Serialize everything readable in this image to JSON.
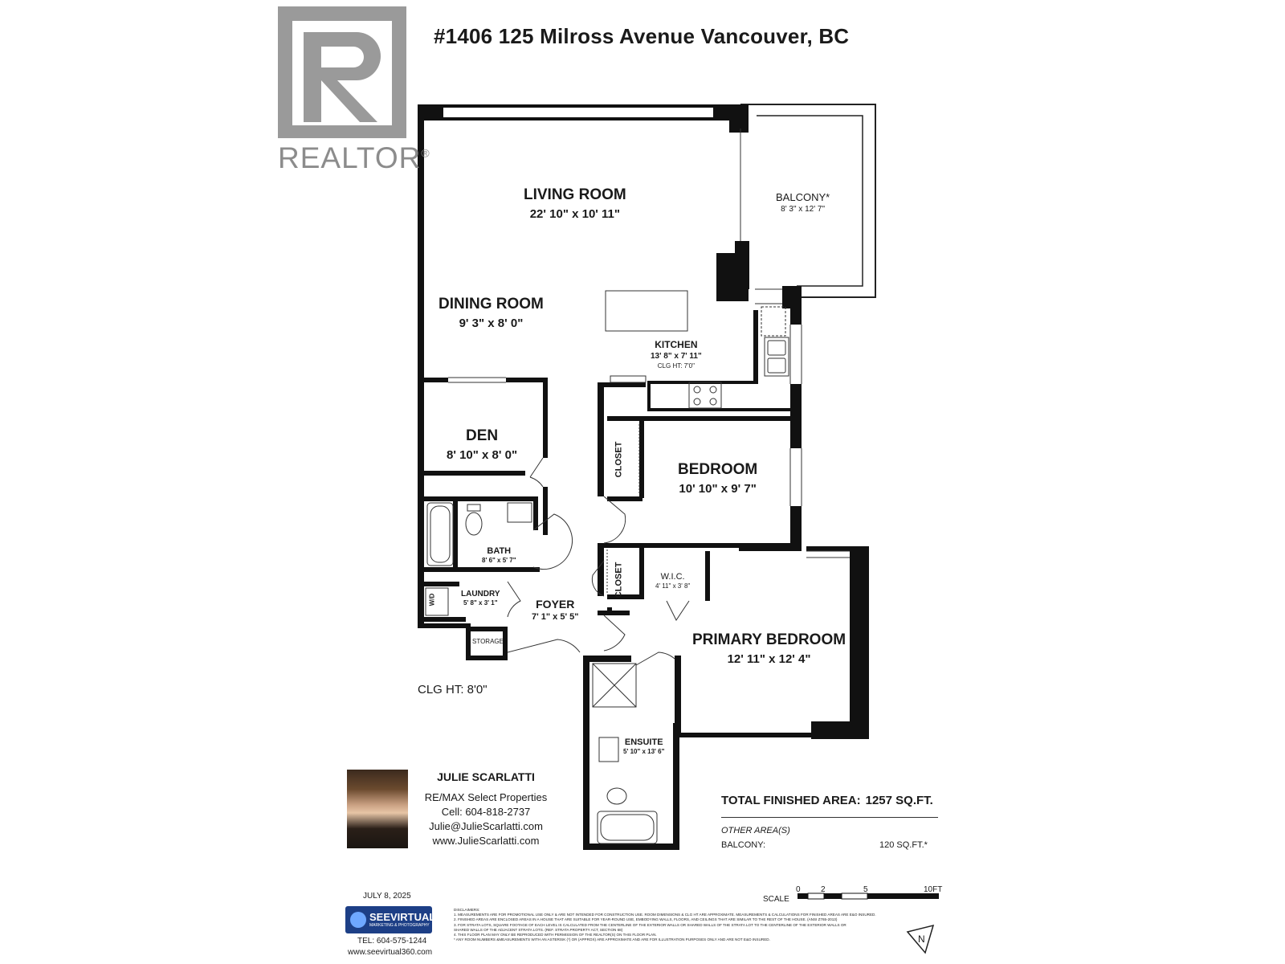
{
  "title": "#1406 125 Milross Avenue Vancouver, BC",
  "logo": {
    "wordmark": "REALTOR",
    "registered": "®",
    "icon": "realtor-r-logo"
  },
  "rooms": {
    "living": {
      "name": "LIVING ROOM",
      "dims": "22' 10\" x 10' 11\""
    },
    "balcony": {
      "name": "BALCONY*",
      "dims": "8' 3\" x 12' 7\""
    },
    "dining": {
      "name": "DINING ROOM",
      "dims": "9' 3\" x 8' 0\""
    },
    "kitchen": {
      "name": "KITCHEN",
      "dims": "13' 8\" x 7' 11\"",
      "clg": "CLG HT: 7'0\""
    },
    "den": {
      "name": "DEN",
      "dims": "8' 10\" x 8' 0\""
    },
    "bedroom": {
      "name": "BEDROOM",
      "dims": "10' 10\" x 9' 7\""
    },
    "bath": {
      "name": "BATH",
      "dims": "8' 6\" x 5' 7\""
    },
    "laundry": {
      "name": "LAUNDRY",
      "dims": "5' 8\" x 3' 1\""
    },
    "wd": "W/D",
    "foyer": {
      "name": "FOYER",
      "dims": "7' 1\" x 5' 5\""
    },
    "storage": "STORAGE",
    "closet1": "CLOSET",
    "closet2": "CLOSET",
    "wic": {
      "name": "W.I.C.",
      "dims": "4' 11\" x 3' 8\""
    },
    "primary": {
      "name": "PRIMARY BEDROOM",
      "dims": "12' 11\" x 12' 4\""
    },
    "ensuite": {
      "name": "ENSUITE",
      "dims": "5' 10\" x 13' 6\""
    }
  },
  "ceiling_height": "CLG HT: 8'0\"",
  "agent": {
    "name": "JULIE SCARLATTI",
    "company": "RE/MAX Select Properties",
    "cell": "Cell: 604-818-2737",
    "email": "Julie@JulieScarlatti.com",
    "website": "www.JulieScarlatti.com"
  },
  "area": {
    "total_label": "TOTAL FINISHED AREA:",
    "total_value": "1257 SQ.FT.",
    "other_label": "OTHER AREA(S)",
    "balcony_label": "BALCONY:",
    "balcony_value": "120 SQ.FT.*"
  },
  "footer": {
    "date": "JULY 8, 2025",
    "brand": "SEEVIRTUAL",
    "brand_sub": "MARKETING & PHOTOGRAPHY",
    "tel": "TEL: 604-575-1244",
    "web": "www.seevirtual360.com"
  },
  "scale": {
    "label": "SCALE",
    "ticks": [
      "0",
      "2",
      "5",
      "10FT"
    ]
  },
  "compass": "N",
  "disclaimers": [
    "DISCLAIMERS:",
    "1. MEASUREMENTS ARE FOR PROMOTIONAL USE ONLY & ARE NOT INTENDED FOR CONSTRUCTION USE. ROOM DIMENSIONS & CLG HT ARE APPROXIMATE. MEASUREMENTS & CALCULATIONS FOR FINISHED AREAS ARE E&O INSURED.",
    "2. FINISHED AREAS ARE ENCLOSED AREAS IN A HOUSE THAT ARE SUITABLE FOR YEAR-ROUND USE, EMBODYING WALLS, FLOORS, AND CEILINGS THAT ARE SIMILAR TO THE REST OF THE HOUSE. (ANSI Z765-2013)",
    "3. FOR STRATA LOTS, SQUARE FOOTAGE OF EACH LEVEL IS CALCULATED FROM THE CENTERLINE OF THE EXTERIOR WALLS OR SHARED WALLS OF THE STRATA LOT TO THE CENTERLINE OF THE EXTERIOR WALLS OR",
    "SHARED WALLS OF THE ADJACENT STRATA LOTS. (REF. STRATA PROPERTY ACT, SECTION 68)",
    "4. THIS FLOOR PLAN MAY ONLY BE REPRODUCED WITH PERMISSION OF THE REALTOR(S) ON THIS FLOOR PLAN.",
    "* ANY ROOM NUMBERS &MEASUREMENTS WITH AN ASTERISK (*) OR (APPROX) ARE APPROXIMATE AND ARE FOR ILLUSTRATION PURPOSES ONLY AND ARE NOT E&O INSURED."
  ]
}
